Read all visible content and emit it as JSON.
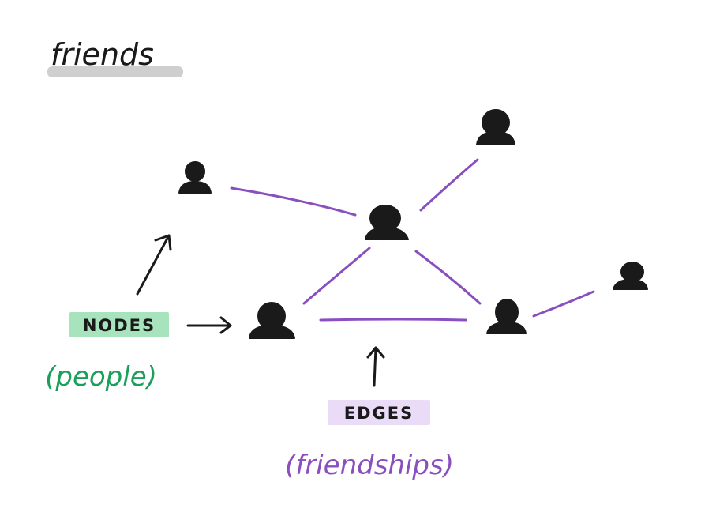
{
  "title": "friends",
  "labels": {
    "nodes": "NODES",
    "nodes_sub": "(people)",
    "edges": "EDGES",
    "edges_sub": "(friendships)"
  },
  "colors": {
    "ink": "#1a1a1a",
    "edge": "#8a4fbf",
    "nodes_highlight": "#a7e3bd",
    "nodes_sub": "#1aa05a",
    "edges_highlight": "#eadcf7",
    "edges_sub": "#8a4fbf",
    "title_underline": "#cfcfcf"
  },
  "graph": {
    "nodes": [
      "person-a",
      "person-b",
      "person-c",
      "person-d",
      "person-e",
      "person-f"
    ],
    "edges": [
      [
        "person-a",
        "person-c"
      ],
      [
        "person-b",
        "person-c"
      ],
      [
        "person-c",
        "person-d"
      ],
      [
        "person-c",
        "person-e"
      ],
      [
        "person-d",
        "person-e"
      ],
      [
        "person-e",
        "person-f"
      ]
    ]
  }
}
